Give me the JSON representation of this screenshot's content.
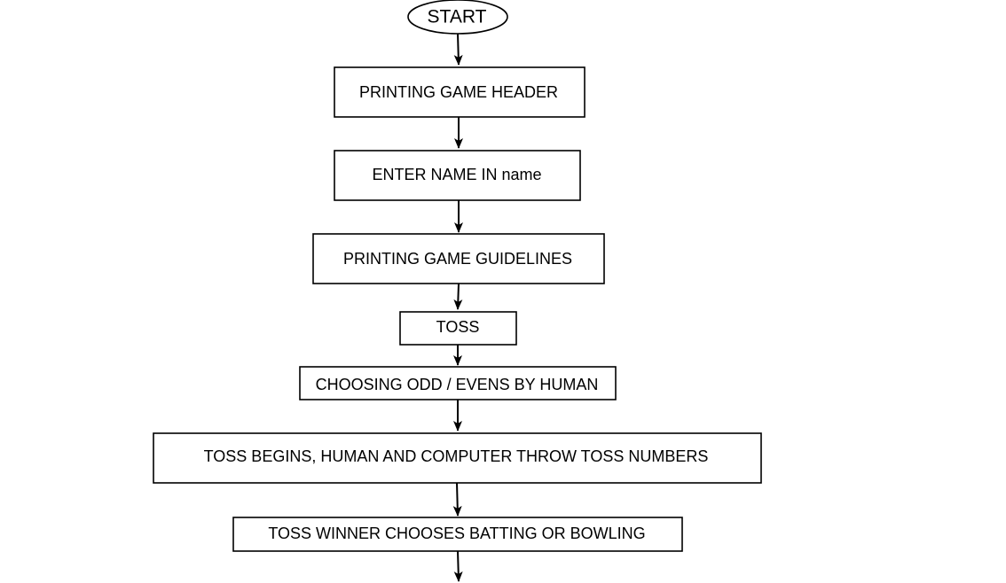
{
  "flowchart": {
    "nodes": [
      {
        "id": "start",
        "shape": "terminator",
        "text": "START"
      },
      {
        "id": "header",
        "shape": "process",
        "text": "PRINTING GAME HEADER"
      },
      {
        "id": "name",
        "shape": "process",
        "text": "ENTER NAME IN name"
      },
      {
        "id": "guidelines",
        "shape": "process",
        "text": "PRINTING GAME GUIDELINES"
      },
      {
        "id": "toss",
        "shape": "process",
        "text": "TOSS"
      },
      {
        "id": "odd-even",
        "shape": "process",
        "text": "CHOOSING ODD / EVENS BY HUMAN"
      },
      {
        "id": "toss-begins",
        "shape": "process",
        "text": "TOSS BEGINS, HUMAN AND COMPUTER THROW TOSS NUMBERS"
      },
      {
        "id": "toss-winner",
        "shape": "process",
        "text": "TOSS WINNER CHOOSES BATTING OR BOWLING"
      }
    ],
    "edges": [
      {
        "from": "start",
        "to": "header"
      },
      {
        "from": "header",
        "to": "name"
      },
      {
        "from": "name",
        "to": "guidelines"
      },
      {
        "from": "guidelines",
        "to": "toss"
      },
      {
        "from": "toss",
        "to": "odd-even"
      },
      {
        "from": "odd-even",
        "to": "toss-begins"
      },
      {
        "from": "toss-begins",
        "to": "toss-winner"
      },
      {
        "from": "toss-winner",
        "to": null
      }
    ]
  }
}
